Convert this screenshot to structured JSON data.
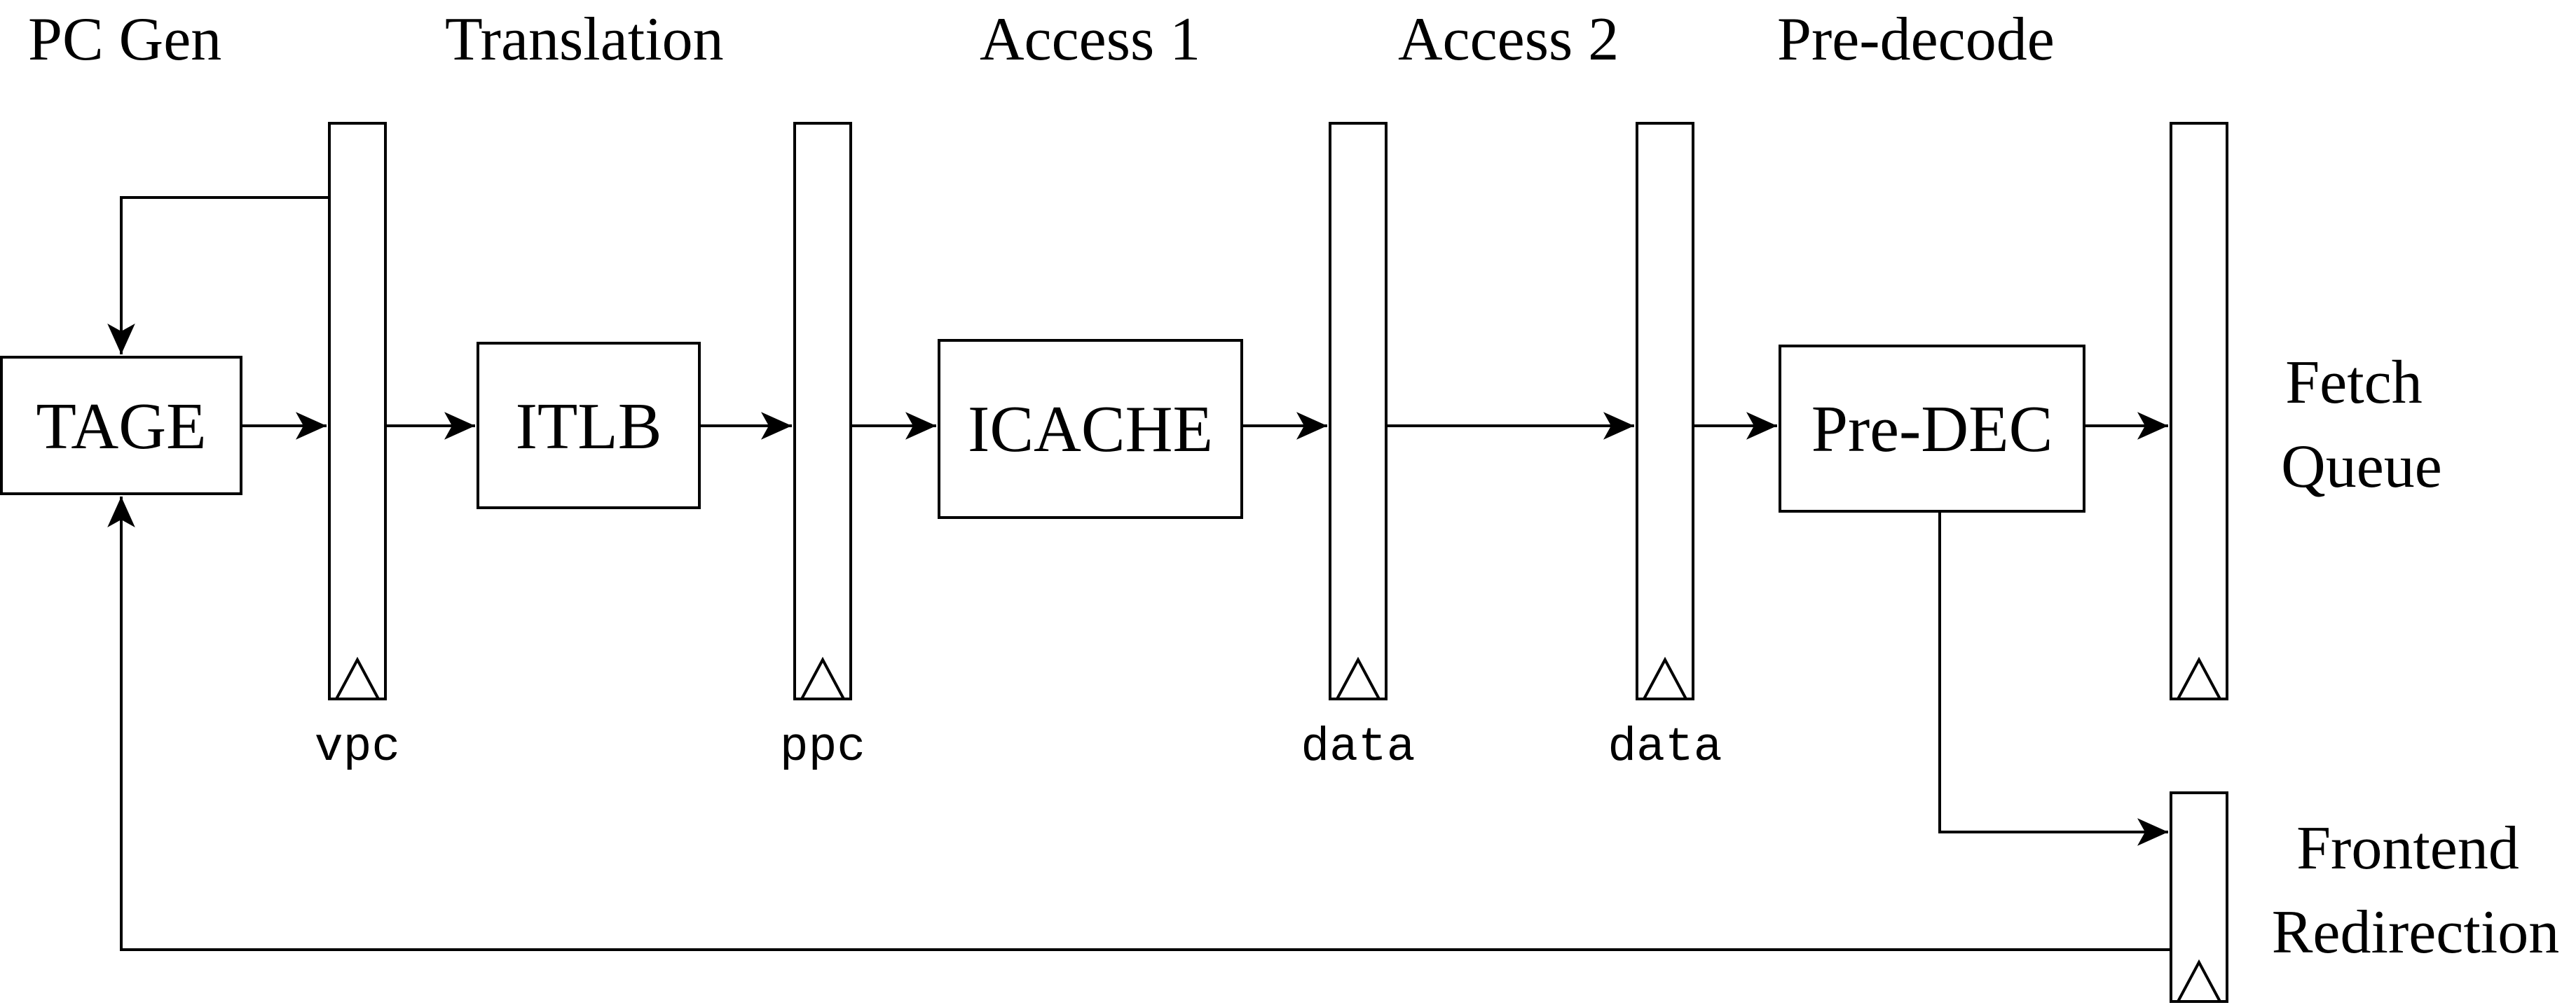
{
  "stages": [
    {
      "id": "pcgen",
      "label": "PC Gen"
    },
    {
      "id": "translation",
      "label": "Translation"
    },
    {
      "id": "access1",
      "label": "Access 1"
    },
    {
      "id": "access2",
      "label": "Access 2"
    },
    {
      "id": "predecode",
      "label": "Pre-decode"
    }
  ],
  "blocks": {
    "tage": "TAGE",
    "itlb": "ITLB",
    "icache": "ICACHE",
    "predec": "Pre-DEC"
  },
  "registers": {
    "vpc": "vpc",
    "ppc": "ppc",
    "data1": "data",
    "data2": "data"
  },
  "outputs": {
    "fetch_queue": [
      "Fetch",
      "Queue"
    ],
    "frontend_redirection": [
      "Frontend",
      "Redirection"
    ]
  },
  "colors": {
    "stroke": "#000000",
    "background": "#ffffff"
  }
}
